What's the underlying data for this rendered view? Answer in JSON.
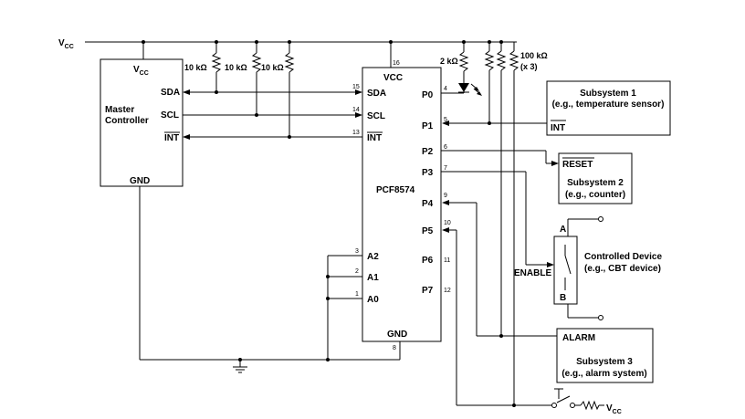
{
  "vcc_rail_label": "V",
  "vcc_sub": "CC",
  "master": {
    "vcc_label": "V",
    "vcc_sub": "CC",
    "name_line1": "Master",
    "name_line2": "Controller",
    "sda": "SDA",
    "scl": "SCL",
    "int": "INT",
    "gnd": "GND"
  },
  "resistors": {
    "r1": "10 kΩ",
    "r2": "10 kΩ",
    "r3": "10 kΩ",
    "led_r": "2 kΩ",
    "pullups_line1": "100 kΩ",
    "pullups_line2": "(x 3)"
  },
  "chip": {
    "name": "PCF8574",
    "vcc": "VCC",
    "gnd": "GND",
    "sda": "SDA",
    "scl": "SCL",
    "int": "INT",
    "a2": "A2",
    "a1": "A1",
    "a0": "A0",
    "p0": "P0",
    "p1": "P1",
    "p2": "P2",
    "p3": "P3",
    "p4": "P4",
    "p5": "P5",
    "p6": "P6",
    "p7": "P7",
    "pin_vcc": "16",
    "pin_sda": "15",
    "pin_scl": "14",
    "pin_int": "13",
    "pin_a2": "3",
    "pin_a1": "2",
    "pin_a0": "1",
    "pin_gnd": "8",
    "pin_p0": "4",
    "pin_p1": "5",
    "pin_p2": "6",
    "pin_p3": "7",
    "pin_p4": "9",
    "pin_p5": "10",
    "pin_p6": "11",
    "pin_p7": "12"
  },
  "subsystem1": {
    "line1": "Subsystem 1",
    "line2": "(e.g., temperature sensor)",
    "int": "INT"
  },
  "subsystem2": {
    "reset": "RESET",
    "line1": "Subsystem 2",
    "line2": "(e.g., counter)"
  },
  "controlled_device": {
    "a": "A",
    "b": "B",
    "enable": "ENABLE",
    "line1": "Controlled Device",
    "line2": "(e.g., CBT device)"
  },
  "subsystem3": {
    "alarm": "ALARM",
    "line1": "Subsystem 3",
    "line2": "(e.g., alarm system)"
  },
  "switch_vcc_label": "V",
  "switch_vcc_sub": "CC"
}
